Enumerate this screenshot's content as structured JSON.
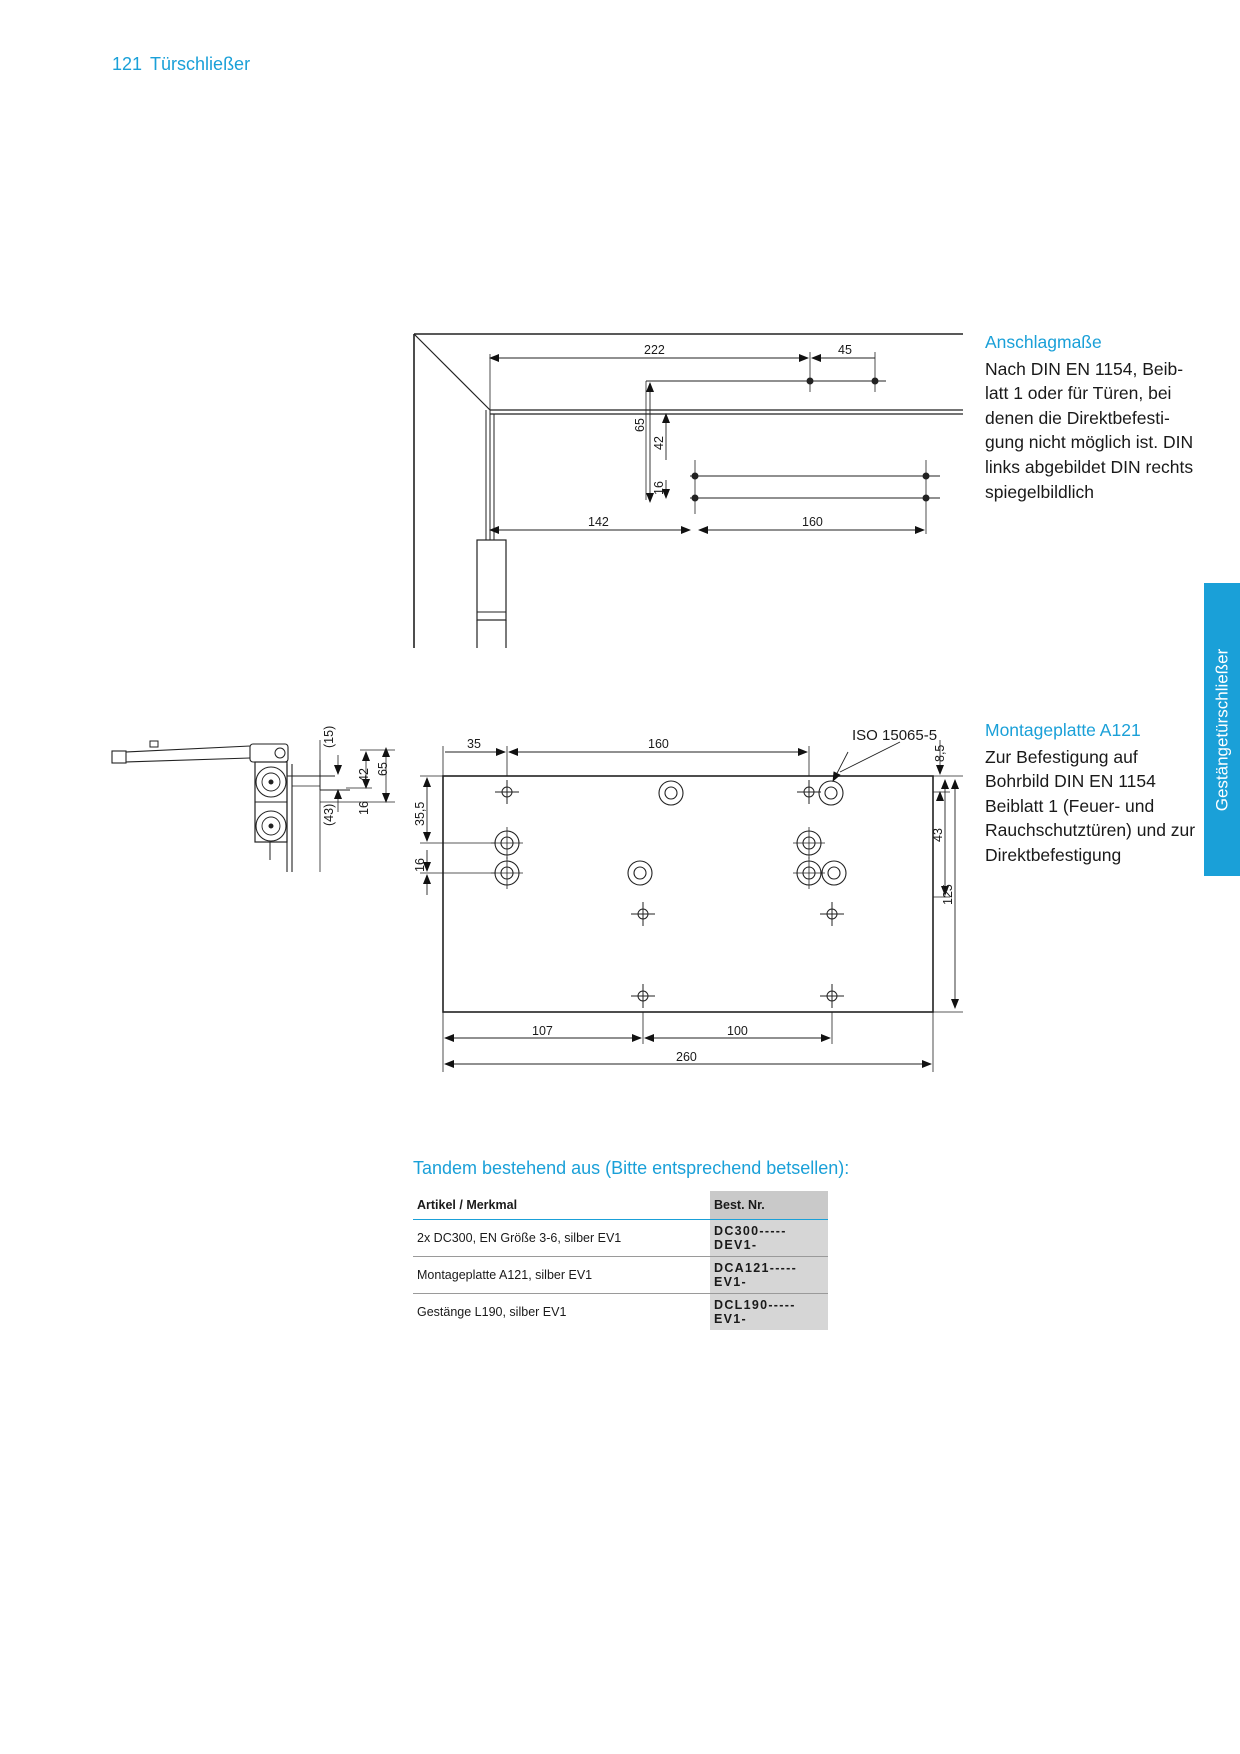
{
  "header": {
    "page_number": "121",
    "title": "Türschließer"
  },
  "side_tab": {
    "label": "Gestängetürschließer"
  },
  "anschlag": {
    "title": "Anschlagmaße",
    "text": "Nach DIN EN 1154, Beib-latt 1 oder für Türen, bei denen die Direktbefesti-gung nicht möglich ist. DIN links abgebildet DIN rechts spiegelbildlich"
  },
  "montage": {
    "title": "Montageplatte A121",
    "text": "Zur Befestigung auf Bohrbild DIN EN 1154 Beiblatt 1 (Feuer- und Rauchschutztüren) und zur Direktbefestigung"
  },
  "drawing1_dims": {
    "d222": "222",
    "d45": "45",
    "d65": "65",
    "d42": "42",
    "d16": "16",
    "d142": "142",
    "d160": "160"
  },
  "drawing2_dims": {
    "d15": "(15)",
    "d43": "(43)",
    "d42": "42",
    "d65": "65",
    "d16": "16"
  },
  "drawing3_dims": {
    "iso": "ISO 15065-5",
    "d35": "35",
    "d160": "160",
    "d85": "8,5",
    "d355": "35,5",
    "d16": "16",
    "d43": "43",
    "d125": "125",
    "d107": "107",
    "d100": "100",
    "d260": "260"
  },
  "tandem": {
    "title": "Tandem bestehend aus (Bitte entsprechend betsellen):",
    "columns": [
      "Artikel / Merkmal",
      "Best. Nr."
    ],
    "rows": [
      {
        "artikel": "2x DC300, EN Größe 3-6, silber EV1",
        "nr": "DC300-----DEV1-"
      },
      {
        "artikel": "Montageplatte A121, silber EV1",
        "nr": "DCA121-----EV1-"
      },
      {
        "artikel": "Gestänge L190, silber EV1",
        "nr": "DCL190-----EV1-"
      }
    ]
  }
}
